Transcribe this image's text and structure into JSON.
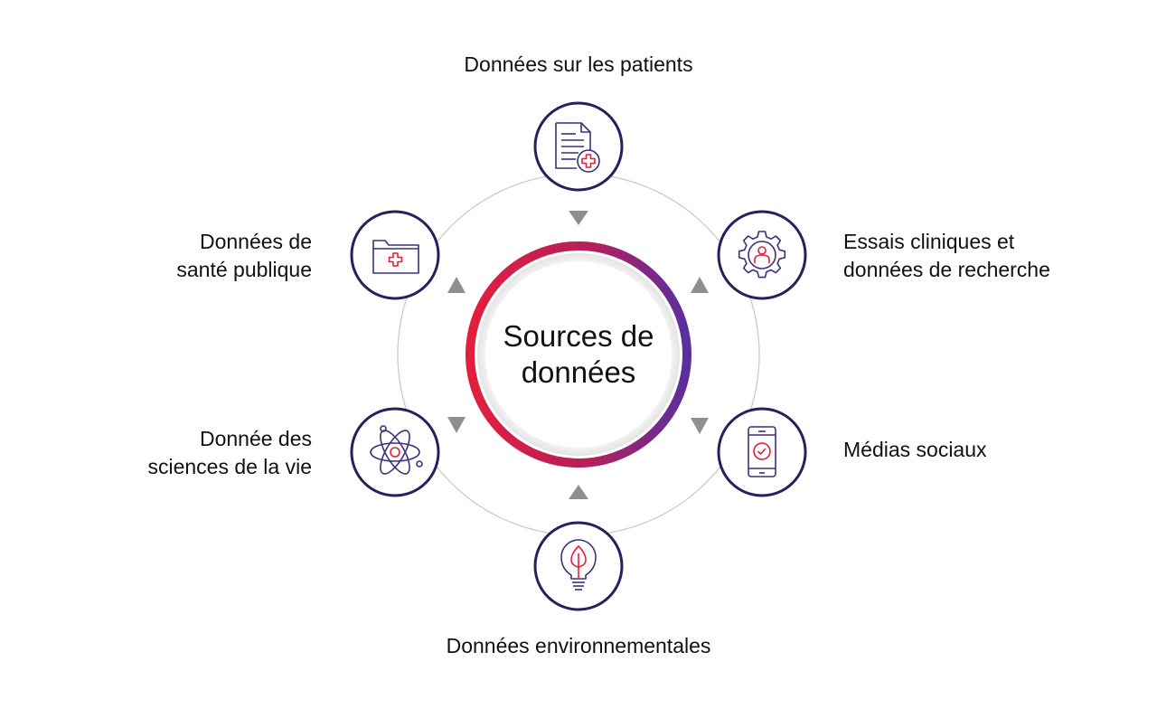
{
  "center": {
    "line1": "Sources de",
    "line2": "données"
  },
  "nodes": {
    "top": {
      "line1": "Données sur les patients",
      "icon": "medical-document-icon"
    },
    "top_right": {
      "line1": "Essais cliniques et",
      "line2": "données de recherche",
      "icon": "gear-person-icon"
    },
    "bottom_right": {
      "line1": "Médias sociaux",
      "icon": "smartphone-check-icon"
    },
    "bottom": {
      "line1": "Données environnementales",
      "icon": "leaf-bulb-icon"
    },
    "bottom_left": {
      "line1": "Donnée des",
      "line2": "sciences de la vie",
      "icon": "atom-icon"
    },
    "top_left": {
      "line1": "Données de",
      "line2": "santé publique",
      "icon": "medical-folder-icon"
    }
  },
  "colors": {
    "accent_red": "#e21f3c",
    "accent_purple": "#5b2fa0",
    "icon_outline": "#2a1f5c",
    "arrow_gray": "#8f8f8f",
    "orbit_gray": "#c8c8c8"
  }
}
